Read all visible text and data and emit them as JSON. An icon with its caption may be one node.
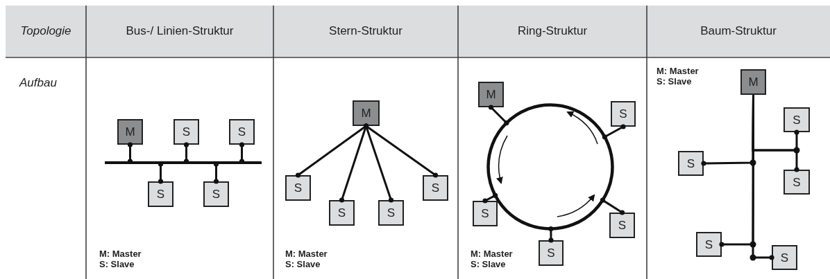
{
  "diagram": {
    "nodes": [
      {
        "text": [
          "M"
        ]
      },
      {
        "text": [
          "S"
        ]
      },
      {
        "text": [
          "S"
        ]
      },
      {
        "text": [],
        "shape": "bar"
      },
      {
        "text": [
          "S"
        ]
      },
      {
        "text": [
          "S"
        ]
      },
      {
        "text": [
          "M"
        ]
      },
      {
        "text": [
          "S"
        ]
      },
      {
        "text": [
          "S"
        ]
      },
      {
        "text": [
          "S"
        ]
      },
      {
        "text": [
          "S"
        ]
      },
      {
        "text": [
          "M"
        ]
      },
      {
        "text": [],
        "shape": "circle"
      },
      {
        "text": [
          "S"
        ]
      },
      {
        "text": [
          "S"
        ]
      },
      {
        "text": [
          "S"
        ]
      },
      {
        "text": [
          "S"
        ]
      },
      {
        "text": [
          "M"
        ]
      },
      {
        "text": [
          "S"
        ]
      },
      {
        "text": [
          "S"
        ]
      },
      {
        "text": [
          "S"
        ]
      },
      {
        "text": [
          "S"
        ]
      },
      {
        "text": [
          "S"
        ]
      }
    ],
    "edges": [
      {
        "from": 0,
        "to": 3,
        "arrow": "other"
      },
      {
        "from": 1,
        "to": 3,
        "arrow": "other"
      },
      {
        "from": 2,
        "to": 3,
        "arrow": "other"
      },
      {
        "from": 4,
        "to": 3,
        "arrow": "other"
      },
      {
        "from": 5,
        "to": 3,
        "arrow": "other"
      },
      {
        "from": 6,
        "to": 7,
        "arrow": "other"
      },
      {
        "from": 6,
        "to": 8,
        "arrow": "other"
      },
      {
        "from": 6,
        "to": 9,
        "arrow": "other"
      },
      {
        "from": 6,
        "to": 10,
        "arrow": "other"
      },
      {
        "from": 11,
        "to": 12,
        "arrow": "other"
      },
      {
        "from": 13,
        "to": 12,
        "arrow": "other"
      },
      {
        "from": 14,
        "to": 12,
        "arrow": "other"
      },
      {
        "from": 15,
        "to": 12,
        "arrow": "other"
      },
      {
        "from": 16,
        "to": 12,
        "arrow": "other"
      },
      {
        "from": 17,
        "to": 18,
        "arrow": "other"
      },
      {
        "from": 17,
        "to": 19,
        "arrow": "other"
      },
      {
        "from": 17,
        "to": 20,
        "arrow": "other"
      },
      {
        "from": 17,
        "to": 21,
        "arrow": "other"
      },
      {
        "from": 17,
        "to": 22,
        "arrow": "other"
      }
    ],
    "labels": [
      "Topologie",
      "Bus-/ Linien-Struktur",
      "Stern-Struktur",
      "Ring-Struktur",
      "Baum-Struktur",
      "Aufbau",
      "M: Master",
      "S: Slave",
      "M: Master",
      "S: Slave",
      "M: Master",
      "S: Slave",
      "M: Master",
      "S: Slave"
    ]
  }
}
